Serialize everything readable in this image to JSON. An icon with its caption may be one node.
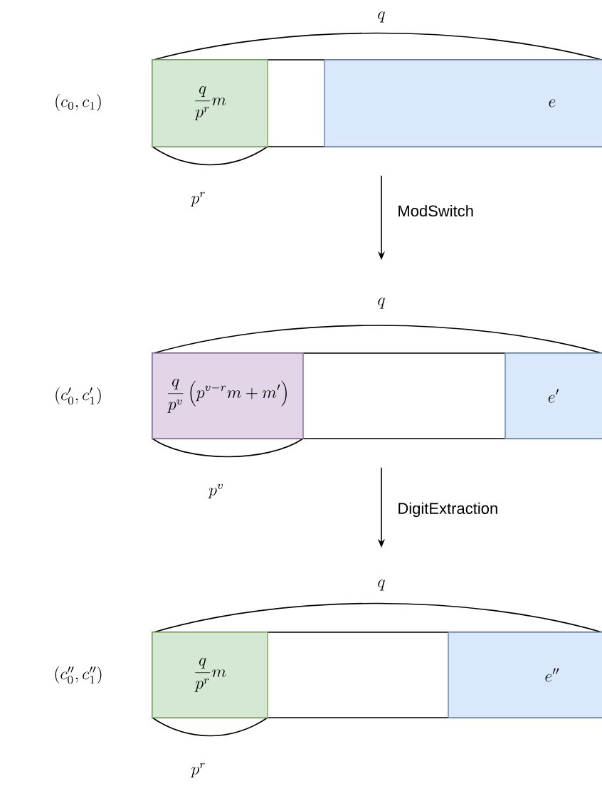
{
  "diagram": {
    "nodes": [
      {
        "text": [],
        "shape": "box",
        "beside": [
          "(c_0, c_1)",
          "q"
        ]
      },
      {
        "text": [
          "\\frac{q}{p^r} m"
        ],
        "in": 0,
        "beside": [
          "p^r"
        ]
      },
      {
        "text": [
          "e"
        ],
        "in": 0
      },
      {
        "text": [],
        "shape": "box",
        "beside": [
          "(c'_0, c'_1)",
          "q"
        ]
      },
      {
        "text": [
          "\\frac{q}{p^v} \\left(p^{v-r} m + m'\\right)"
        ],
        "in": 3,
        "beside": [
          "p^v"
        ]
      },
      {
        "text": [
          "e'"
        ],
        "in": 3
      },
      {
        "text": [],
        "shape": "box",
        "beside": [
          "(c''_0, c''_1)",
          "q"
        ]
      },
      {
        "text": [
          "\\frac{q}{p^r} m"
        ],
        "in": 6,
        "beside": [
          "p^r"
        ]
      },
      {
        "text": [
          "e''"
        ],
        "in": 6
      }
    ],
    "edges": [
      {
        "from": 0,
        "to": 3,
        "arrow": "to",
        "label": "ModSwitch"
      },
      {
        "from": 3,
        "to": 6,
        "arrow": "to",
        "label": "DigitExtraction"
      }
    ]
  }
}
